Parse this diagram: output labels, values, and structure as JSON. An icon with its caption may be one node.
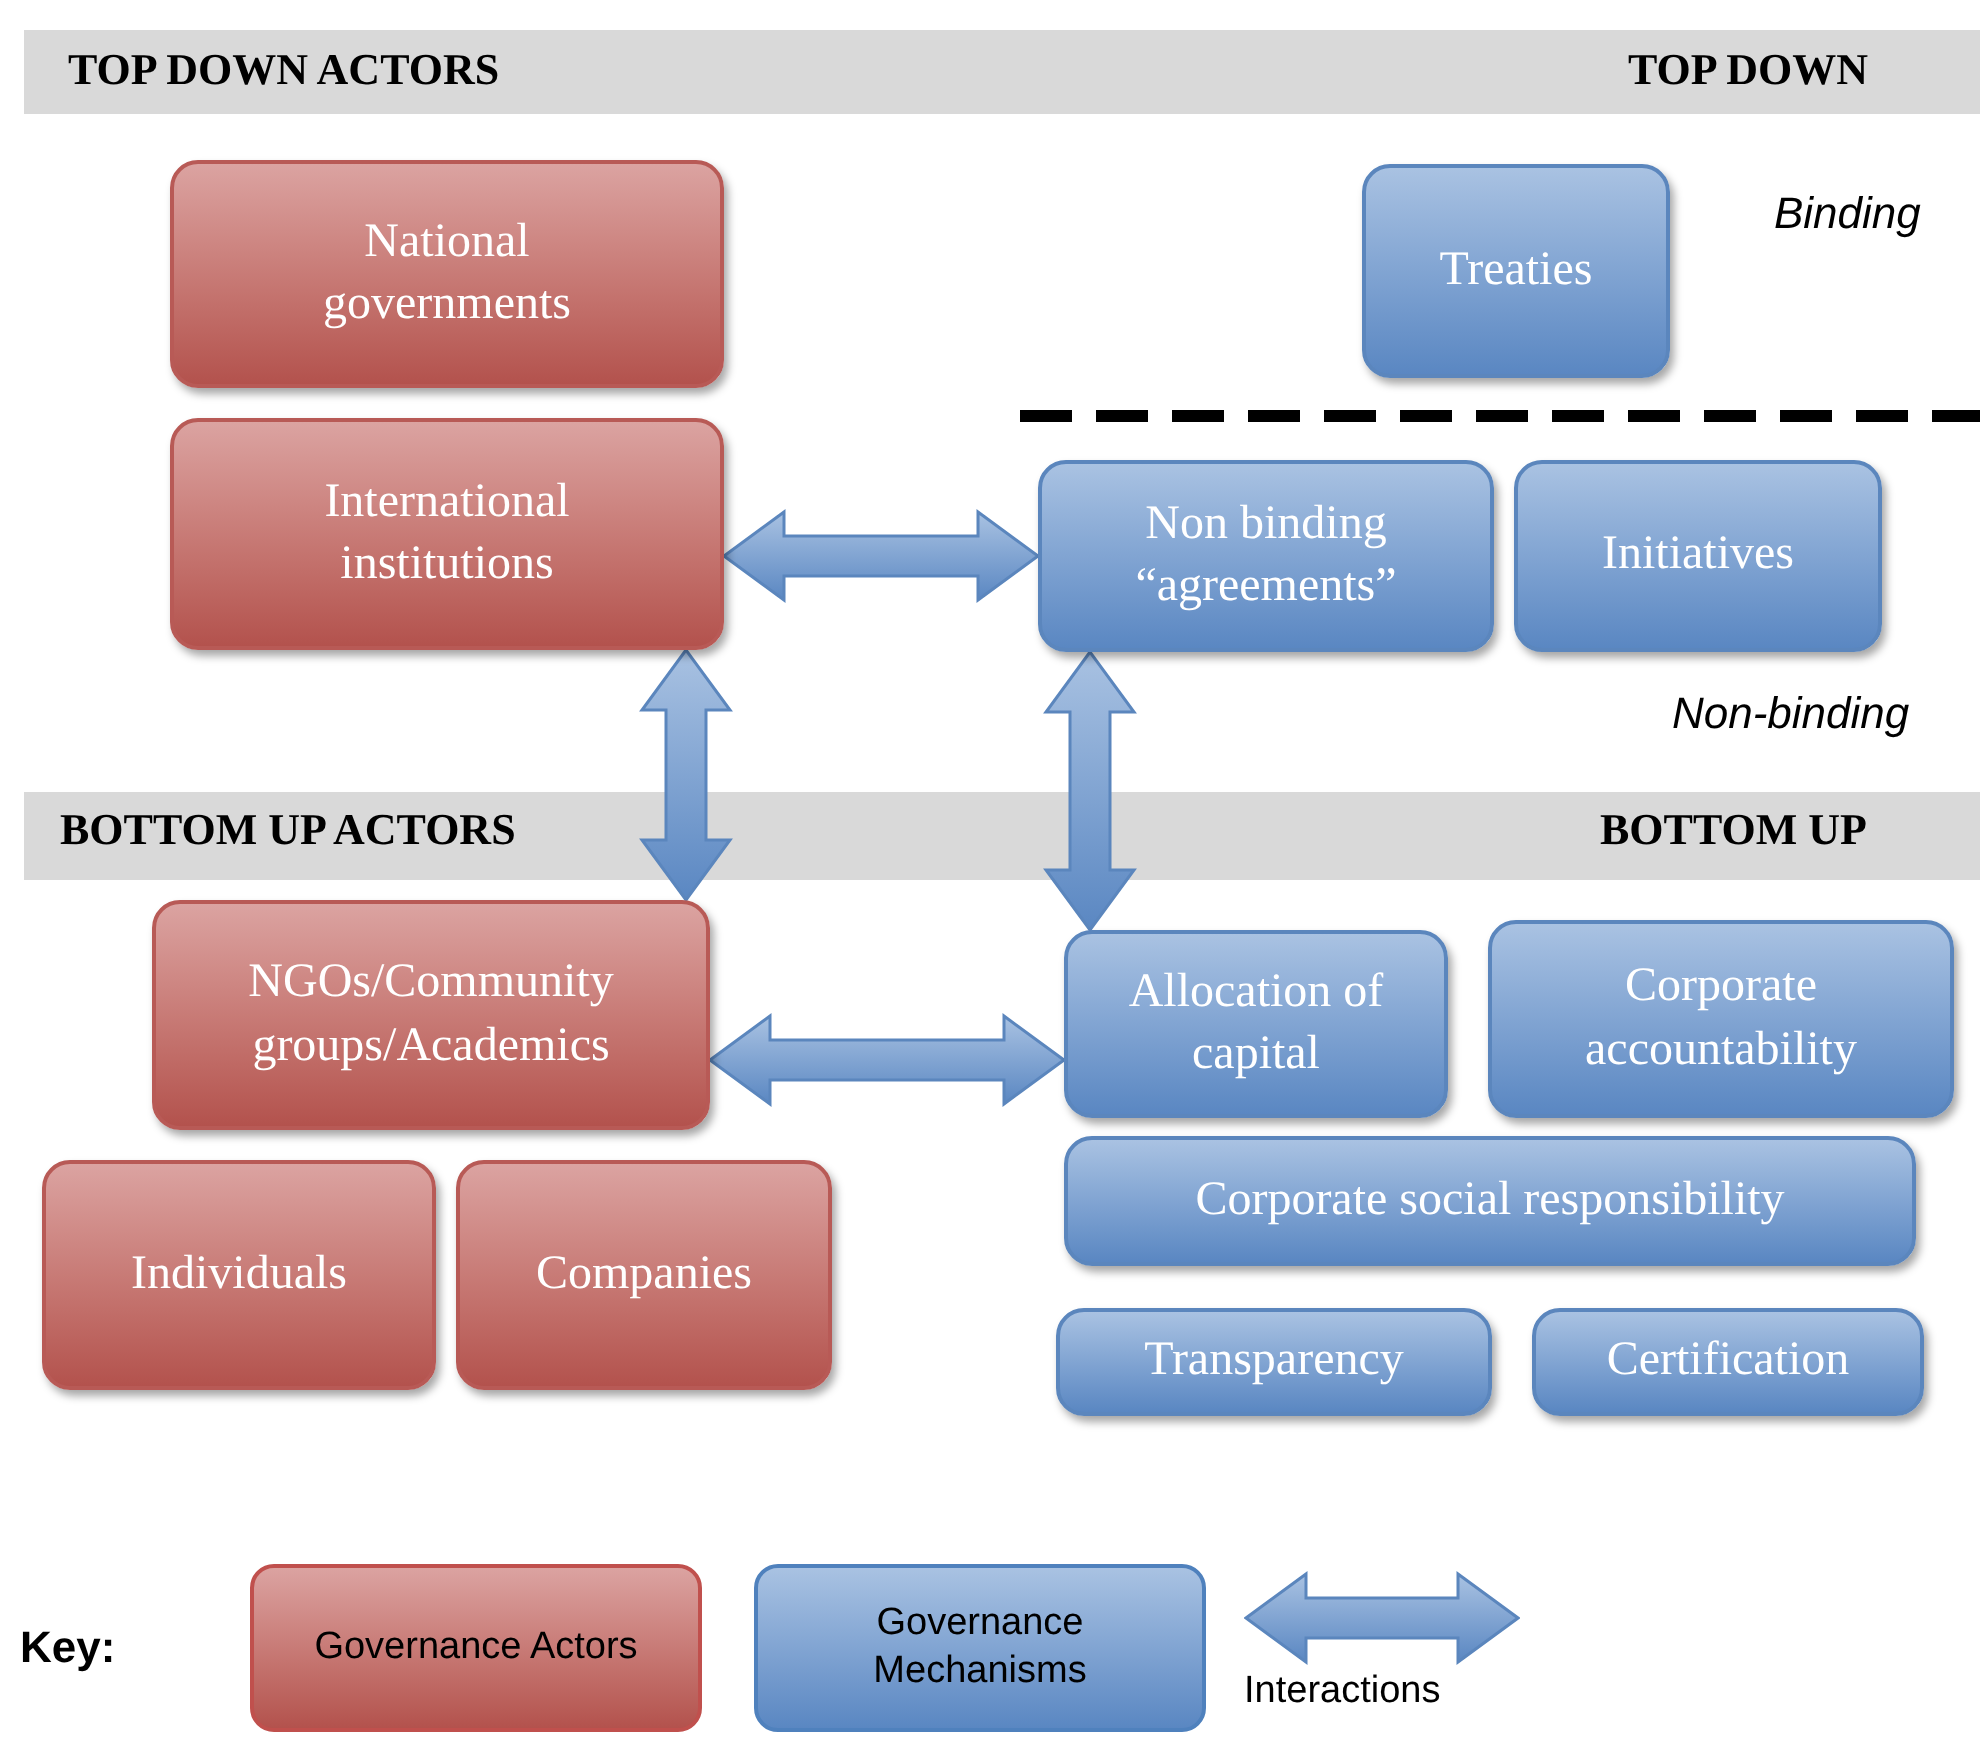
{
  "diagram": {
    "nodes": [
      {
        "text": [
          "National governments"
        ]
      },
      {
        "text": [
          "Treaties"
        ]
      },
      {
        "text": [
          "International institutions"
        ]
      },
      {
        "text": [
          "Non binding “agreements”"
        ]
      },
      {
        "text": [
          "Initiatives"
        ]
      },
      {
        "text": [
          "NGOs/Community groups/Academics"
        ]
      },
      {
        "text": [
          "Allocation of capital"
        ]
      },
      {
        "text": [
          "Corporate accountability"
        ]
      },
      {
        "text": [
          "Individuals"
        ]
      },
      {
        "text": [
          "Companies"
        ]
      },
      {
        "text": [
          "Corporate social responsibility"
        ]
      },
      {
        "text": [
          "Transparency"
        ]
      },
      {
        "text": [
          "Certification"
        ]
      }
    ],
    "edges": [
      {
        "from": 2,
        "to": 3,
        "arrow": "both"
      },
      {
        "from": 2,
        "to": 5,
        "arrow": "both"
      },
      {
        "from": 3,
        "to": 6,
        "arrow": "both"
      },
      {
        "from": 5,
        "to": 6,
        "arrow": "both"
      }
    ],
    "labels": [
      "TOP DOWN ACTORS",
      "TOP DOWN",
      "Binding",
      "Non-binding",
      "BOTTOM UP ACTORS",
      "BOTTOM UP",
      "Key:"
    ],
    "legend": [
      {
        "text": "Governance Actors",
        "color": "#c0504d"
      },
      {
        "text": "Governance Mechanisms",
        "color": "#4f81bd"
      },
      {
        "text": "Interactions"
      }
    ]
  }
}
